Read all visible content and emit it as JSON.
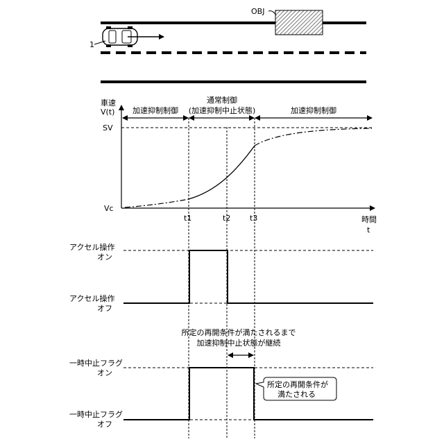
{
  "road": {
    "object_label": "OBJ",
    "vehicle_label": "1"
  },
  "speed_chart": {
    "y_axis_label_line1": "車速",
    "y_axis_label_line2": "V(t)",
    "x_axis_label_line1": "時間",
    "x_axis_label_line2": "t",
    "y_ticks": [
      "SV",
      "Vc"
    ],
    "x_ticks": [
      "t1",
      "t2",
      "t3"
    ],
    "phase_1": "加速抑制制御",
    "phase_2_line1": "通常制御",
    "phase_2_line2": "(加速抑制中止状態)",
    "phase_3": "加速抑制制御"
  },
  "accel_chart": {
    "on_line1": "アクセル操作",
    "on_line2": "オン",
    "off_line1": "アクセル操作",
    "off_line2": "オフ"
  },
  "flag_chart": {
    "on_line1": "一時中止フラグ",
    "on_line2": "オン",
    "off_line1": "一時中止フラグ",
    "off_line2": "オフ",
    "note_line1": "所定の再開条件が満たされるまで",
    "note_line2": "加速抑制中止状態が継続",
    "callout_line1": "所定の再開条件が",
    "callout_line2": "満たされる"
  }
}
